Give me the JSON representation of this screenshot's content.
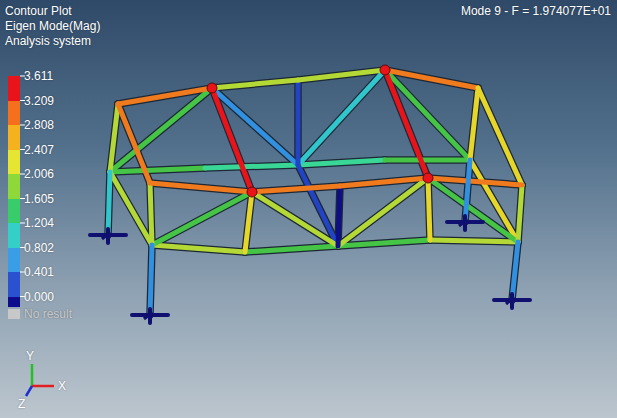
{
  "diagram": {
    "title": "Contour Plot",
    "labels": [
      "Eigen Mode(Mag)",
      "Analysis system",
      "Mode 9 - F = 1.974077E+01",
      "Y",
      "X",
      "Z"
    ],
    "legend": [
      {
        "text": "3.611",
        "color": "#e8141a"
      },
      {
        "text": "3.209",
        "color": "#f4701c"
      },
      {
        "text": "2.808",
        "color": "#f6b21e"
      },
      {
        "text": "2.407",
        "color": "#e6e632"
      },
      {
        "text": "2.006",
        "color": "#8ed83a"
      },
      {
        "text": "1.605",
        "color": "#38cc6a"
      },
      {
        "text": "1.204",
        "color": "#34d0c8"
      },
      {
        "text": "0.802",
        "color": "#3a9ee6"
      },
      {
        "text": "0.401",
        "color": "#2a52d0"
      },
      {
        "text": "0.000",
        "color": "#0c0c8c"
      },
      {
        "text": "No result",
        "color": "#c8c8c8"
      }
    ]
  }
}
